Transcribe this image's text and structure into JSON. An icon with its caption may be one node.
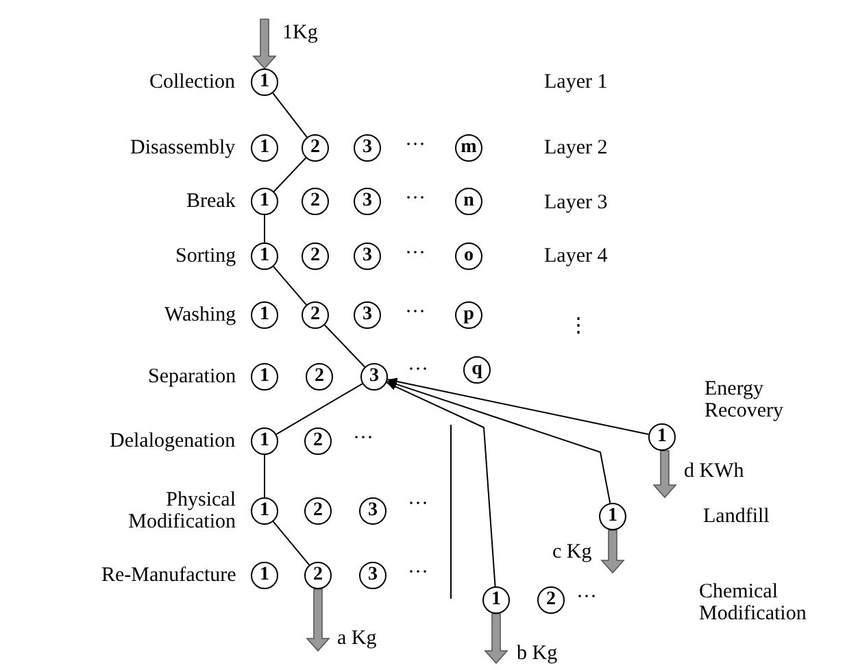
{
  "diagram": {
    "nodes": [
      {
        "text": [
          "1"
        ]
      },
      {
        "text": [
          "1"
        ]
      },
      {
        "text": [
          "2"
        ]
      },
      {
        "text": [
          "3"
        ]
      },
      {
        "text": [
          "m"
        ]
      },
      {
        "text": [
          "1"
        ]
      },
      {
        "text": [
          "2"
        ]
      },
      {
        "text": [
          "3"
        ]
      },
      {
        "text": [
          "n"
        ]
      },
      {
        "text": [
          "1"
        ]
      },
      {
        "text": [
          "2"
        ]
      },
      {
        "text": [
          "3"
        ]
      },
      {
        "text": [
          "o"
        ]
      },
      {
        "text": [
          "1"
        ]
      },
      {
        "text": [
          "2"
        ]
      },
      {
        "text": [
          "3"
        ]
      },
      {
        "text": [
          "p"
        ]
      },
      {
        "text": [
          "1"
        ]
      },
      {
        "text": [
          "2"
        ]
      },
      {
        "text": [
          "3"
        ]
      },
      {
        "text": [
          "q"
        ]
      },
      {
        "text": [
          "1"
        ]
      },
      {
        "text": [
          "1"
        ]
      },
      {
        "text": [
          "2"
        ]
      },
      {
        "text": [
          "1"
        ]
      },
      {
        "text": [
          "2"
        ]
      },
      {
        "text": [
          "3"
        ]
      },
      {
        "text": [
          "1"
        ]
      },
      {
        "text": [
          "1"
        ]
      },
      {
        "text": [
          "2"
        ]
      },
      {
        "text": [
          "3"
        ]
      },
      {
        "text": [
          "1"
        ]
      },
      {
        "text": [
          "2"
        ]
      }
    ],
    "edges": [
      {
        "from": 0,
        "to": 2,
        "arrow": "none"
      },
      {
        "from": 2,
        "to": 5,
        "arrow": "none"
      },
      {
        "from": 5,
        "to": 9,
        "arrow": "none"
      },
      {
        "from": 9,
        "to": 14,
        "arrow": "none"
      },
      {
        "from": 14,
        "to": 19,
        "arrow": "none"
      },
      {
        "from": 19,
        "to": 22,
        "arrow": "none"
      },
      {
        "from": 22,
        "to": 24,
        "arrow": "none"
      },
      {
        "from": 24,
        "to": 29,
        "arrow": "none"
      },
      {
        "from": 21,
        "to": 19,
        "arrow": "to"
      },
      {
        "from": 27,
        "to": 19,
        "arrow": "to"
      },
      {
        "from": 31,
        "to": 19,
        "arrow": "to"
      },
      {
        "from": null,
        "to": 0,
        "arrow": "to",
        "label": "1Kg",
        "style": "thick",
        "color": "#999999"
      },
      {
        "from": 21,
        "to": null,
        "arrow": "to",
        "label": "d KWh",
        "style": "thick",
        "color": "#999999"
      },
      {
        "from": 27,
        "to": null,
        "arrow": "to",
        "label": "c Kg",
        "style": "thick",
        "color": "#999999"
      },
      {
        "from": 29,
        "to": null,
        "arrow": "to",
        "label": "a Kg",
        "style": "thick",
        "color": "#999999"
      },
      {
        "from": 31,
        "to": null,
        "arrow": "to",
        "label": "b Kg",
        "style": "thick",
        "color": "#999999"
      }
    ],
    "labels": [
      "Collection",
      "Layer 1",
      "Disassembly",
      "···",
      "Layer 2",
      "Break",
      "···",
      "Layer 3",
      "Sorting",
      "···",
      "Layer 4",
      "Washing",
      "···",
      "⋮",
      "Separation",
      "···",
      "Energy Recovery",
      "Delalogenation",
      "···",
      "Physical Modification",
      "···",
      "Landfill",
      "Re-Manufacture",
      "···",
      "Chemical Modification",
      "···"
    ]
  }
}
